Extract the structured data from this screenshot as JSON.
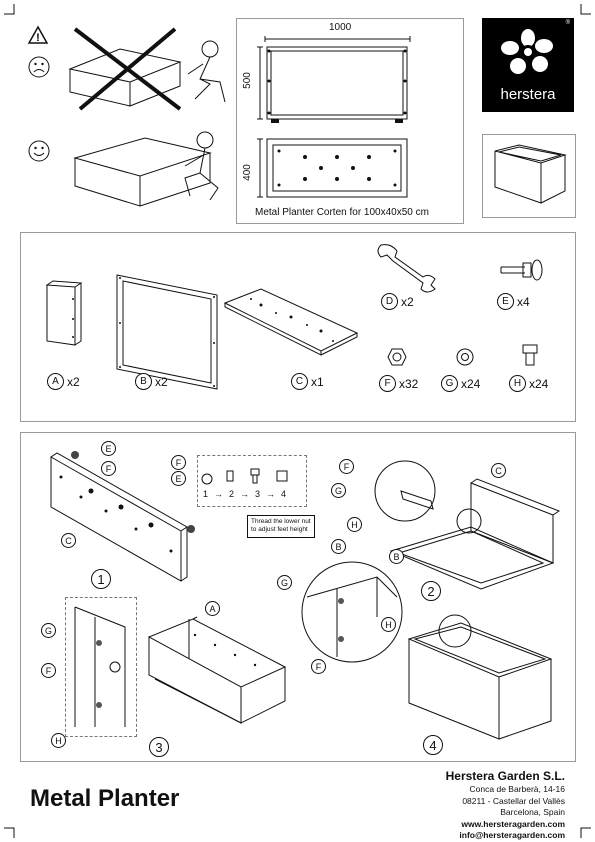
{
  "header": {
    "dimension_width": "1000",
    "dimension_height_front": "500",
    "dimension_depth": "400",
    "caption": "Metal Planter Corten for 100x40x50 cm"
  },
  "brand": {
    "name": "herstera",
    "registered": "®",
    "logo_bg": "#000000"
  },
  "parts": [
    {
      "id": "A",
      "qty": "x2"
    },
    {
      "id": "B",
      "qty": "x2"
    },
    {
      "id": "C",
      "qty": "x1"
    },
    {
      "id": "D",
      "qty": "x2"
    },
    {
      "id": "E",
      "qty": "x4"
    },
    {
      "id": "F",
      "qty": "x32"
    },
    {
      "id": "G",
      "qty": "x24"
    },
    {
      "id": "H",
      "qty": "x24"
    }
  ],
  "assembly": {
    "sequence": [
      "1",
      "2",
      "3",
      "4"
    ],
    "arrow": "→",
    "note": "Thread the lower nut to adjust feet height",
    "steps": [
      "1",
      "2",
      "3",
      "4"
    ],
    "tags": {
      "E": "E",
      "F": "F",
      "C": "C",
      "G": "G",
      "H": "H",
      "B": "B",
      "A": "A"
    }
  },
  "footer": {
    "title": "Metal Planter",
    "company": "Herstera Garden S.L.",
    "address1": "Conca de Barberà, 14-16",
    "address2": "08211 - Castellar del Vallès",
    "address3": "Barcelona, Spain",
    "web": "www.hersteragarden.com",
    "email": "info@hersteragarden.com"
  }
}
